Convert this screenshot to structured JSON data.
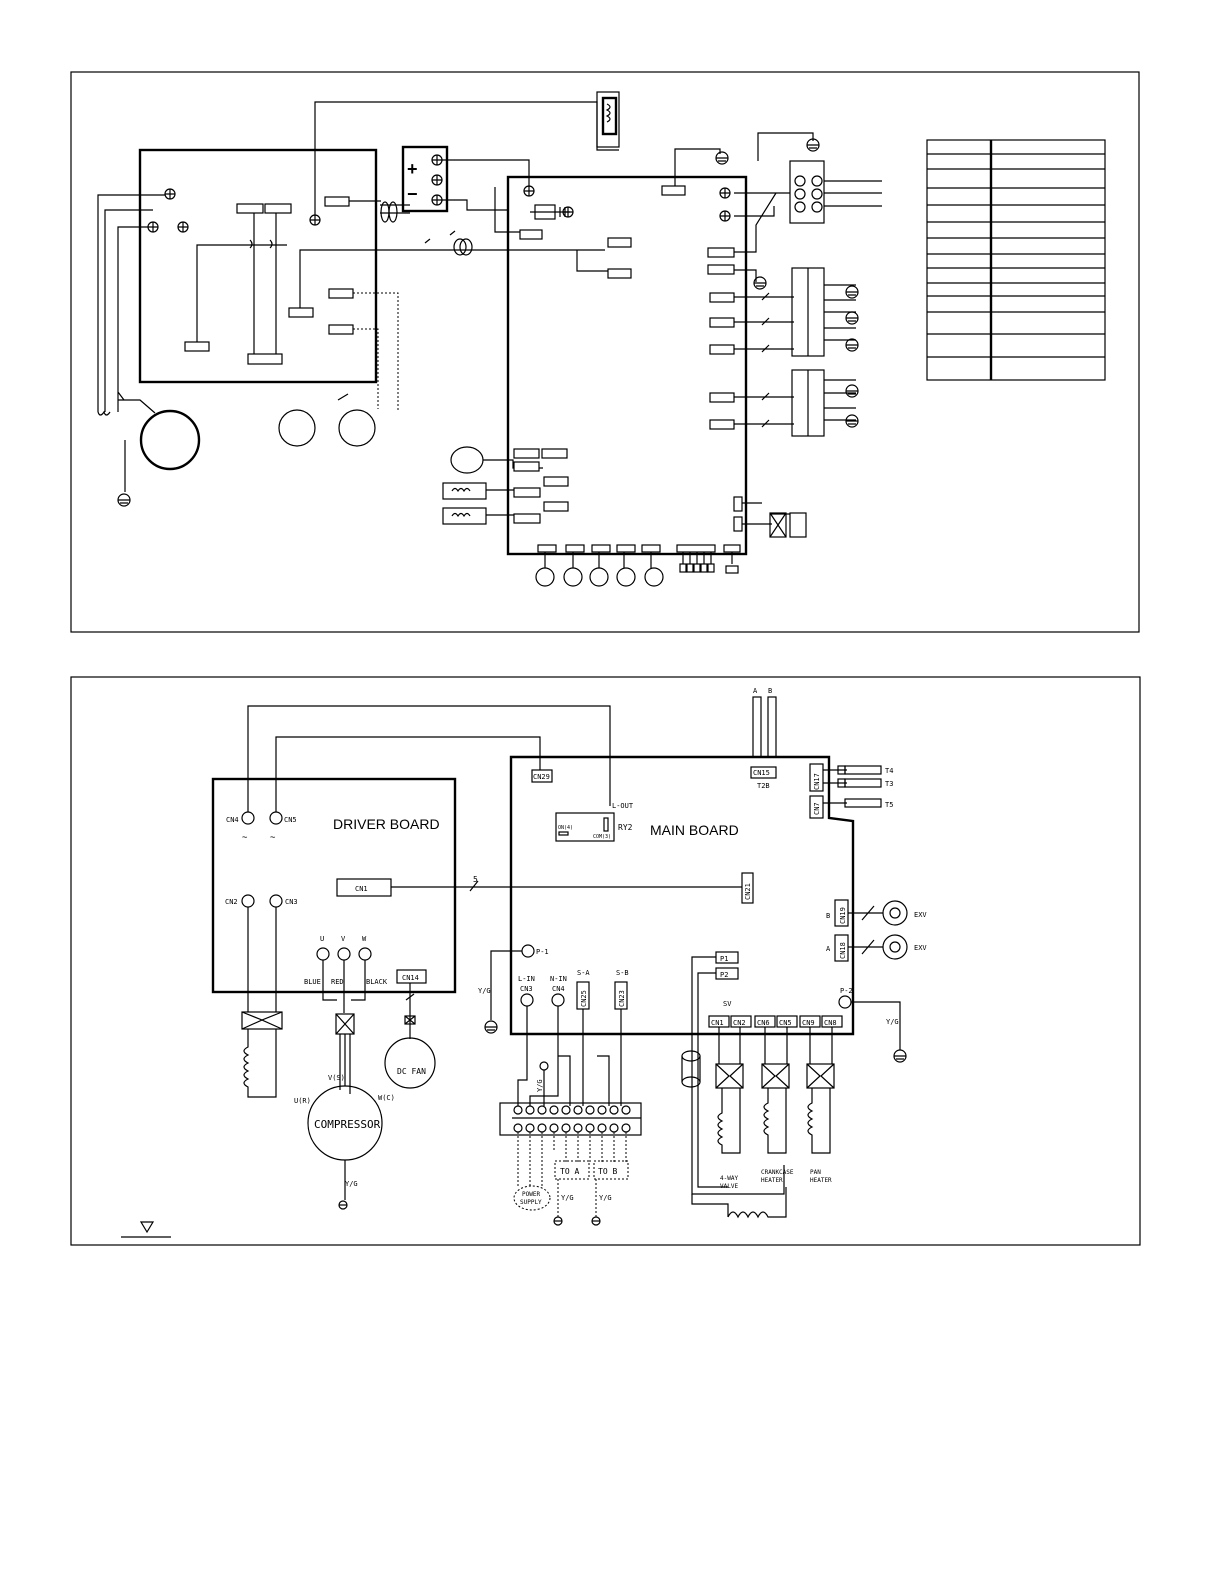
{
  "driver_board": {
    "title": "DRIVER BOARD",
    "cn4": "CN4",
    "cn5": "CN5",
    "cn2": "CN2",
    "cn3": "CN3",
    "cn1": "CN1",
    "cn14": "CN14",
    "u": "U",
    "v": "V",
    "w": "W",
    "blue": "BLUE",
    "red": "RED",
    "black": "BLACK",
    "ac_symbol": "~"
  },
  "main_board": {
    "title": "MAIN BOARD",
    "cn29": "CN29",
    "l_out": "L-OUT",
    "ry2": "RY2",
    "on4": "ON(4)",
    "com3": "COM(3)",
    "cn21": "CN21",
    "bus_count": "5",
    "cn15": "CN15",
    "t2b": "T2B",
    "a": "A",
    "b": "B",
    "cn17": "CN17",
    "cn7": "CN7",
    "t4": "T4",
    "t3": "T3",
    "t5": "T5",
    "cn19": "CN19",
    "cn18": "CN18",
    "exv": "EXV",
    "p1_ground": "P-1",
    "p2_ground": "P-2",
    "p1": "P1",
    "p2": "P2",
    "l_in": "L-IN",
    "n_in": "N-IN",
    "cn3": "CN3",
    "cn4": "CN4",
    "s_a": "S-A",
    "s_b": "S-B",
    "cn25": "CN25",
    "cn23": "CN23",
    "sv": "SV",
    "cn1": "CN1",
    "cn2": "CN2",
    "cn6": "CN6",
    "cn5": "CN5",
    "cn9": "CN9",
    "cn8": "CN8",
    "yg": "Y/G"
  },
  "loads": {
    "compressor": "COMPRESSOR",
    "vs": "V(S)",
    "ur": "U(R)",
    "wc": "W(C)",
    "dc_fan": "DC FAN",
    "power_supply_l1": "POWER",
    "power_supply_l2": "SUPPLY",
    "to_a": "TO  A",
    "to_b": "TO  B",
    "four_way_l1": "4-WAY",
    "four_way_l2": "VALVE",
    "crankcase_l1": "CRANKCASE",
    "crankcase_l2": "HEATER",
    "pan_l1": "PAN",
    "pan_l2": "HEATER"
  }
}
